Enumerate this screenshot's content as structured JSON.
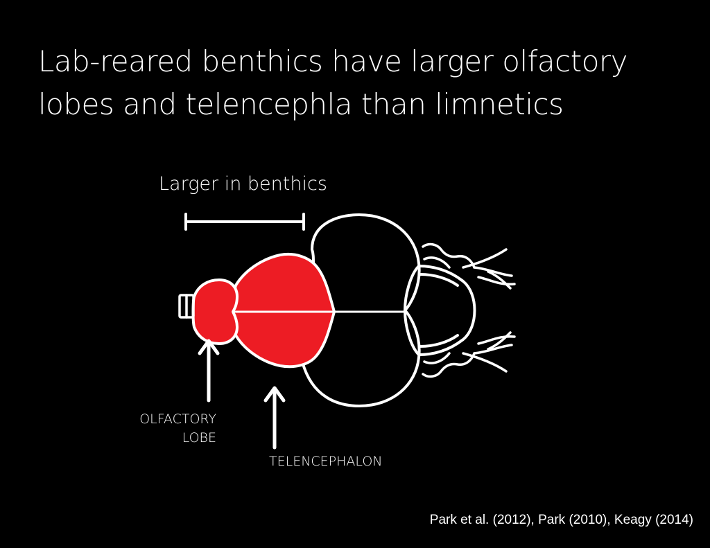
{
  "slide": {
    "title_line1": "Lab-reared benthics have larger olfactory",
    "title_line2": "lobes and telencephla than limnetics",
    "size_label": "Larger in benthics",
    "olfactory_label_line1": "OLFACTORY",
    "olfactory_label_line2": "LOBE",
    "telencephalon_label": "TELENCEPHALON",
    "citation": "Park et al. (2012), Park (2010), Keagy (2014)"
  },
  "colors": {
    "background": "#000000",
    "outline": "#ffffff",
    "highlight": "#ed1c24"
  }
}
